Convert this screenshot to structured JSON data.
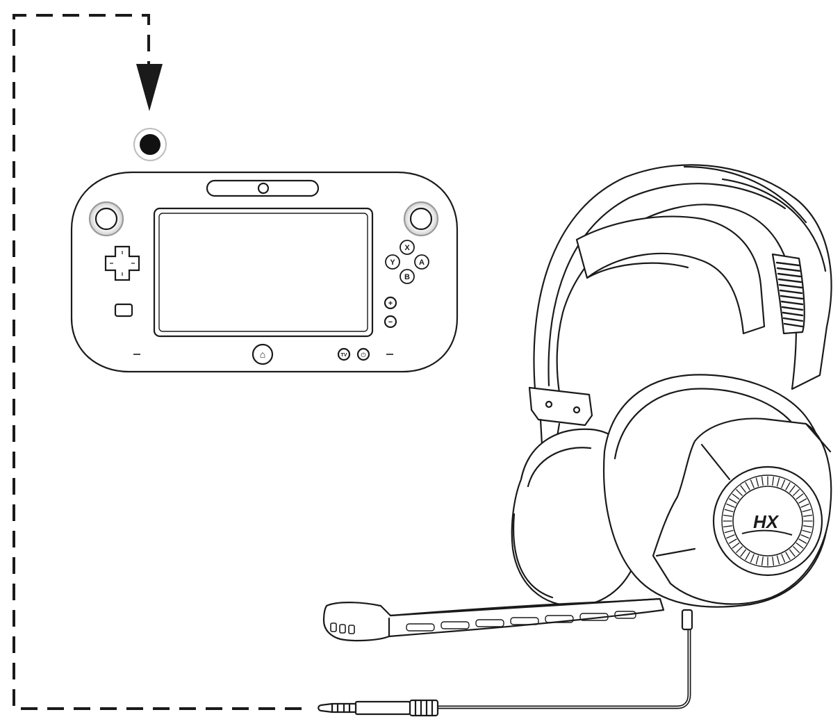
{
  "diagram": {
    "kind": "connection-illustration",
    "from": "headset 3.5mm plug",
    "to": "gamepad headphone jack",
    "connector_style": "dashed line with arrowhead",
    "colors": {
      "stroke": "#1a1a1a",
      "fill": "#ffffff",
      "shade": "#d9d9d9"
    }
  },
  "gamepad": {
    "face_buttons": {
      "x": "X",
      "y": "Y",
      "a": "A",
      "b": "B"
    },
    "plus_label": "+",
    "minus_label": "−",
    "tv_label": "TV",
    "power_label": "⏻",
    "home_label": "⌂"
  },
  "headset": {
    "logo_text": "HX"
  }
}
